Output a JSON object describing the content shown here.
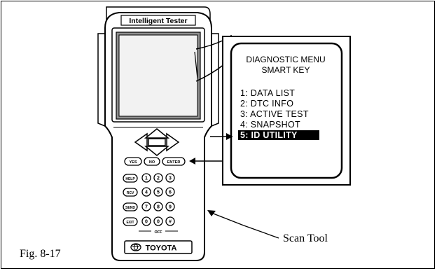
{
  "device": {
    "header_label": "Intelligent Tester",
    "brand": "TOYOTA",
    "off_label": "OFF",
    "keys": {
      "yes": "YES",
      "no": "NO",
      "enter": "ENTER",
      "help": "HELP",
      "rcv": "RCV",
      "send": "SEND",
      "exit": "EXIT",
      "digits": [
        "1",
        "2",
        "3",
        "4",
        "5",
        "6",
        "7",
        "8",
        "9",
        "0",
        "0",
        "#"
      ]
    }
  },
  "menu": {
    "title_line1": "DIAGNOSTIC MENU",
    "title_line2": "SMART KEY",
    "items": [
      "1: DATA LIST",
      "2: DTC INFO",
      "3: ACTIVE TEST",
      "4: SNAPSHOT",
      "5: ID UTILITY"
    ],
    "highlighted_index": 4
  },
  "callout_label": "Scan Tool",
  "figure_label": "Fig. 8-17",
  "colors": {
    "ink": "#000000",
    "paper": "#ffffff",
    "screen": "#8f8f8f",
    "screen_inner": "#f2f2f2"
  }
}
